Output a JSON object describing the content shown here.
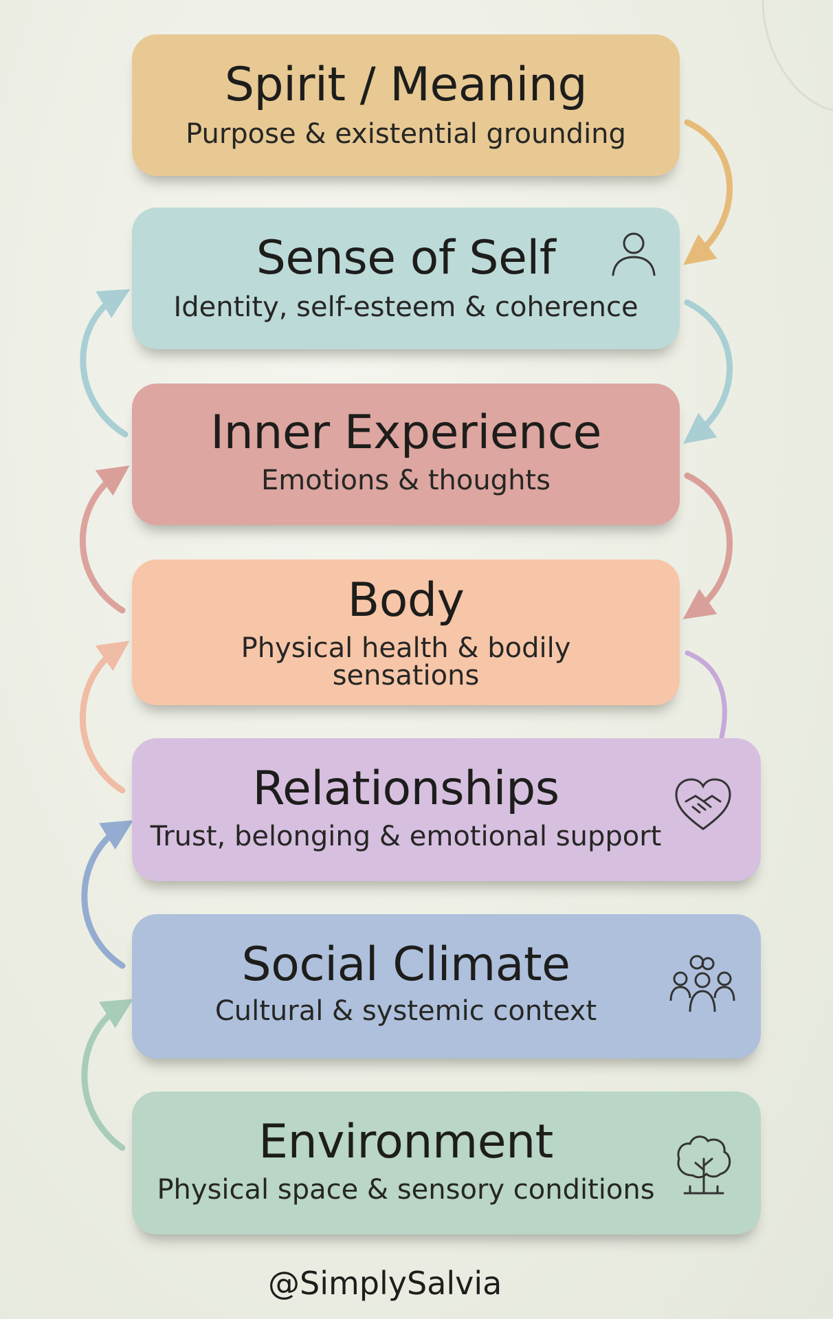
{
  "layers": [
    {
      "title": "Spirit / Meaning",
      "subtitle": "Purpose & existential grounding",
      "color": "#e8c994"
    },
    {
      "title": "Sense of Self",
      "subtitle": "Identity, self-esteem & coherence",
      "color": "#bcdad8",
      "icon": "person-icon"
    },
    {
      "title": "Inner Experience",
      "subtitle": "Emotions & thoughts",
      "color": "#dda6a0"
    },
    {
      "title": "Body",
      "subtitle_line1": "Physical health & bodily",
      "subtitle_line2": "sensations",
      "color": "#f7c6a8"
    },
    {
      "title": "Relationships",
      "subtitle": "Trust, belonging & emotional support",
      "color": "#d7bfe0",
      "icon": "heart-handshake-icon"
    },
    {
      "title": "Social Climate",
      "subtitle": "Cultural & systemic context",
      "color": "#aec0dc",
      "icon": "group-people-icon"
    },
    {
      "title": "Environment",
      "subtitle": "Physical space & sensory conditions",
      "color": "#b9d6c6",
      "icon": "tree-icon"
    }
  ],
  "connector_colors": {
    "right_top": "#e6bb7a",
    "right_mid": "#a9cfd4",
    "right_low": "#d9a09a",
    "right_relation": "#c6a9d8",
    "left_self": "#a9cfd4",
    "left_inner": "#dca39d",
    "left_body": "#f0bca6",
    "left_relation": "#94acd0",
    "left_social": "#a7cdb9"
  },
  "handle": "@SimplySalvia"
}
